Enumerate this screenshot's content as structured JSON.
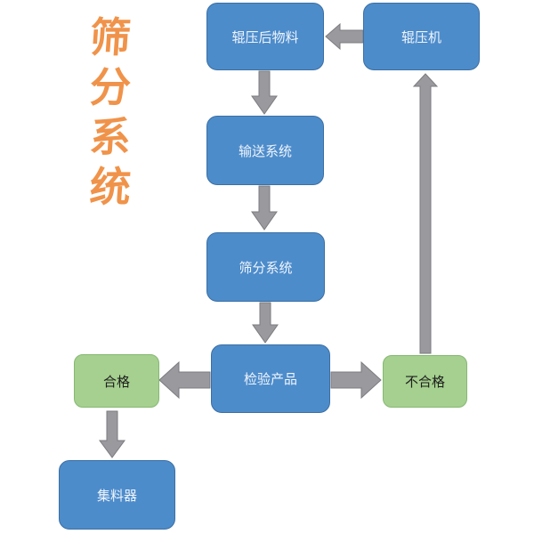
{
  "title": {
    "chars": [
      "筛",
      "分",
      "系",
      "统"
    ]
  },
  "nodes": {
    "rolled_material": "辊压后物料",
    "roller_press": "辊压机",
    "conveying_system": "输送系统",
    "screening_system": "筛分系统",
    "inspect_product": "检验产品",
    "qualified": "合格",
    "unqualified": "不合格",
    "collector": "集料器"
  },
  "edges": [
    {
      "from": "roller_press",
      "to": "rolled_material"
    },
    {
      "from": "rolled_material",
      "to": "conveying_system"
    },
    {
      "from": "conveying_system",
      "to": "screening_system"
    },
    {
      "from": "screening_system",
      "to": "inspect_product"
    },
    {
      "from": "inspect_product",
      "to": "qualified"
    },
    {
      "from": "inspect_product",
      "to": "unqualified"
    },
    {
      "from": "unqualified",
      "to": "roller_press"
    },
    {
      "from": "qualified",
      "to": "collector"
    }
  ],
  "colors": {
    "process_box": "#4d8ccb",
    "result_box": "#a5d08f",
    "arrow": "#9a9a9e",
    "title": "#f0934a"
  }
}
